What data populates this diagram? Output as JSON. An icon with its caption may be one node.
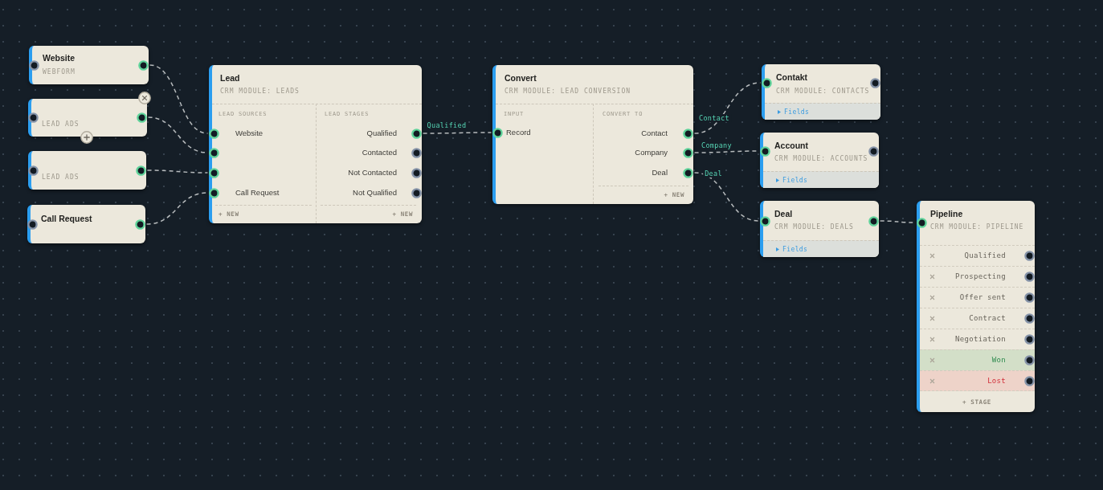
{
  "diagram": {
    "nodes": [
      {
        "text": [
          "Website",
          "WEBFORM"
        ]
      },
      {
        "text": [
          "LEAD ADS"
        ]
      },
      {
        "text": [
          "LEAD ADS"
        ]
      },
      {
        "text": [
          "Call Request"
        ]
      },
      {
        "text": [
          "Lead",
          "CRM MODULE: LEADS",
          "LEAD SOURCES",
          "LEAD STAGES",
          "+ NEW",
          "+ NEW"
        ]
      },
      {
        "text": [
          "Website"
        ],
        "in": 4
      },
      {
        "text": [],
        "shape": "circle",
        "in": 4
      },
      {
        "text": [],
        "shape": "circle",
        "in": 4
      },
      {
        "text": [
          "Call Request"
        ],
        "in": 4
      },
      {
        "text": [
          "Qualified"
        ],
        "in": 4
      },
      {
        "text": [
          "Contacted"
        ],
        "in": 4
      },
      {
        "text": [
          "Not Contacted"
        ],
        "in": 4
      },
      {
        "text": [
          "Not Qualified"
        ],
        "in": 4
      },
      {
        "text": [
          "Convert",
          "CRM MODULE: LEAD CONVERSION",
          "INPUT",
          "CONVERT TO",
          "+ NEW"
        ]
      },
      {
        "text": [
          "Record"
        ],
        "in": 13
      },
      {
        "text": [
          "Contact"
        ],
        "in": 13
      },
      {
        "text": [
          "Company"
        ],
        "in": 13
      },
      {
        "text": [
          "Deal"
        ],
        "in": 13
      },
      {
        "text": [
          "Contakt",
          "CRM MODULE: CONTACTS",
          "Fields"
        ]
      },
      {
        "text": [
          "Account",
          "CRM MODULE: ACCOUNTS",
          "Fields"
        ]
      },
      {
        "text": [
          "Deal",
          "CRM MODULE: DEALS",
          "Fields"
        ]
      },
      {
        "text": [
          "Pipeline",
          "CRM MODULE: PIPELINE",
          "+ STAGE"
        ]
      },
      {
        "text": [
          "Qualified"
        ],
        "in": 21
      },
      {
        "text": [
          "Prospecting"
        ],
        "in": 21
      },
      {
        "text": [
          "Offer sent"
        ],
        "in": 21
      },
      {
        "text": [
          "Contract"
        ],
        "in": 21
      },
      {
        "text": [
          "Negotiation"
        ],
        "in": 21
      },
      {
        "text": [
          "Won"
        ],
        "in": 21
      },
      {
        "text": [
          "Lost"
        ],
        "in": 21
      }
    ],
    "edges": [
      {
        "from": 0,
        "to": 5,
        "arrow": "none",
        "style": "dashed"
      },
      {
        "from": 1,
        "to": 6,
        "arrow": "none",
        "style": "dashed"
      },
      {
        "from": 2,
        "to": 7,
        "arrow": "none",
        "style": "dashed"
      },
      {
        "from": 3,
        "to": 8,
        "arrow": "none",
        "style": "dashed"
      },
      {
        "from": 9,
        "to": 14,
        "arrow": "none",
        "style": "dashed",
        "label": "Qualified"
      },
      {
        "from": 15,
        "to": 18,
        "arrow": "none",
        "style": "dashed",
        "label": "Contact"
      },
      {
        "from": 16,
        "to": 19,
        "arrow": "none",
        "style": "dashed",
        "label": "Company"
      },
      {
        "from": 17,
        "to": 20,
        "arrow": "none",
        "style": "dashed",
        "label": "Deal"
      },
      {
        "from": 20,
        "to": 21,
        "arrow": "none",
        "style": "dashed"
      }
    ]
  }
}
